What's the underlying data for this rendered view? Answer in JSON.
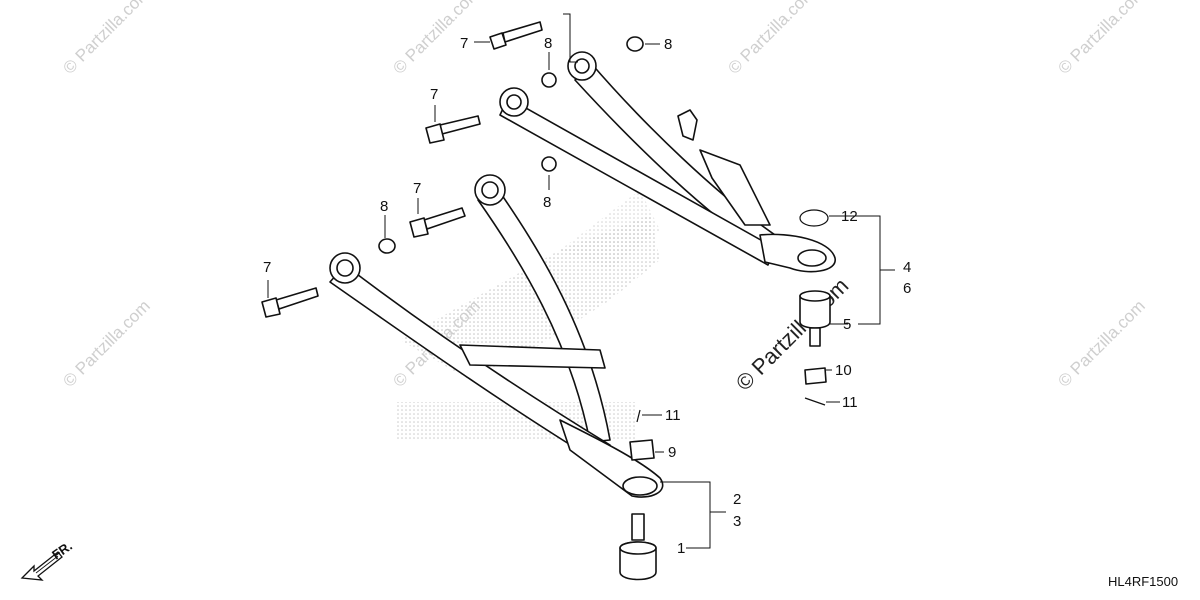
{
  "diagram": {
    "callouts": [
      {
        "id": "c7a",
        "text": "7"
      },
      {
        "id": "c8a",
        "text": "8"
      },
      {
        "id": "c8b",
        "text": "8"
      },
      {
        "id": "c7b",
        "text": "7"
      },
      {
        "id": "c7c",
        "text": "7"
      },
      {
        "id": "c8c",
        "text": "8"
      },
      {
        "id": "c8d",
        "text": "8"
      },
      {
        "id": "c7d",
        "text": "7"
      },
      {
        "id": "c12",
        "text": "12"
      },
      {
        "id": "c4",
        "text": "4"
      },
      {
        "id": "c6",
        "text": "6"
      },
      {
        "id": "c5",
        "text": "5"
      },
      {
        "id": "c10",
        "text": "10"
      },
      {
        "id": "c11a",
        "text": "11"
      },
      {
        "id": "c11b",
        "text": "11"
      },
      {
        "id": "c9",
        "text": "9"
      },
      {
        "id": "c2",
        "text": "2"
      },
      {
        "id": "c3",
        "text": "3"
      },
      {
        "id": "c1",
        "text": "1"
      }
    ],
    "diagram_code": "HL4RF1500",
    "direction_label": "FR."
  },
  "watermark": {
    "small_text": "© Partzilla.com",
    "large_text": "© Partzilla.com"
  }
}
